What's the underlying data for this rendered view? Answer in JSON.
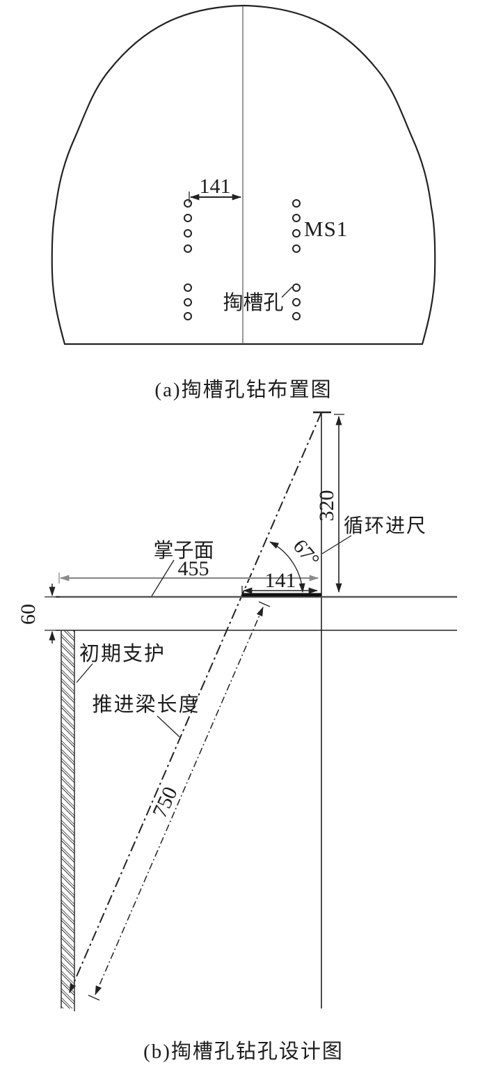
{
  "panel_a": {
    "caption": "(a)掏槽孔钻布置图",
    "dim_spacing": "141",
    "detonator_label": "MS1",
    "cut_hole_label": "掏槽孔",
    "hole_columns_x": [
      270,
      426
    ],
    "hole_rows_y": [
      292,
      313,
      335,
      357,
      413,
      434,
      454
    ],
    "hole_radius": 5
  },
  "panel_b": {
    "caption": "(b)掏槽孔钻孔设计图",
    "dim_face_width": "455",
    "dim_slot_width": "141",
    "dim_advance": "320",
    "dim_lining": "60",
    "dim_beam_length": "750",
    "drill_angle": "67°",
    "face_label": "掌子面",
    "cycle_advance_label": "循环进尺",
    "initial_support_label": "初期支护",
    "push_beam_label": "推进梁长度"
  },
  "colors": {
    "line": "#222222",
    "dim_gray": "#8a8a8a",
    "face_line": "#555555",
    "background": "#ffffff"
  }
}
